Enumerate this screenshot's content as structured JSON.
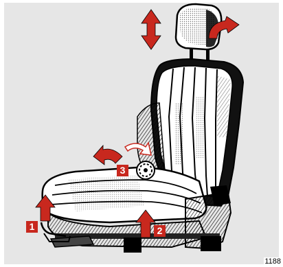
{
  "figure": {
    "labels": {
      "one": "1",
      "two": "2",
      "three": "3"
    },
    "reference_code": "1188"
  },
  "colors": {
    "arrow_red": "#c8281e",
    "background": "#e6e6e6",
    "line": "#000000"
  }
}
